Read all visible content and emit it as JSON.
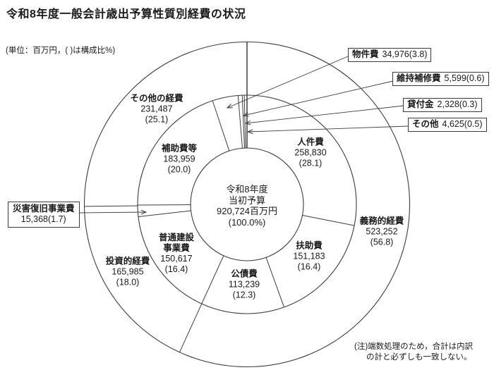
{
  "title": "令和8年度一般会計歳出予算性質別経費の状況",
  "unit_note": "(単位：百万円，( )は構成比%)",
  "footnote": {
    "line1": "(注)端数処理のため，合計は内訳",
    "line2": "の計と必ずしも一致しない。"
  },
  "chart_data": {
    "type": "pie",
    "subtype": "double_ring_donut",
    "title": "令和8年度一般会計歳出予算性質別経費の状況",
    "unit": "百万円",
    "start_angle_deg": 0,
    "direction": "clockwise",
    "total": {
      "value": 920724,
      "percent": 100.0,
      "label_lines": [
        "令和8年度",
        "当初予算",
        "920,724百万円",
        "(100.0%)"
      ]
    },
    "inner_ring": [
      {
        "name": "人件費",
        "value": 258830,
        "value_text": "258,830",
        "pct_text": "(28.1)",
        "percent": 28.1
      },
      {
        "name": "扶助費",
        "value": 151183,
        "value_text": "151,183",
        "pct_text": "(16.4)",
        "percent": 16.4
      },
      {
        "name": "公債費",
        "value": 113239,
        "value_text": "113,239",
        "pct_text": "(12.3)",
        "percent": 12.3
      },
      {
        "name": "普通建設事業費",
        "value": 150617,
        "value_text": "150,617",
        "pct_text": "(16.4)",
        "percent": 16.4
      },
      {
        "name": "災害復旧事業費",
        "value": 15368,
        "value_text": "15,368",
        "pct_text": "(1.7)",
        "percent": 1.7
      },
      {
        "name": "補助費等",
        "value": 183959,
        "value_text": "183,959",
        "pct_text": "(20.0)",
        "percent": 20.0
      },
      {
        "name": "物件費",
        "value": 34976,
        "value_text": "34,976",
        "pct_text": "(3.8)",
        "percent": 3.8
      },
      {
        "name": "維持補修費",
        "value": 5599,
        "value_text": "5,599",
        "pct_text": "(0.6)",
        "percent": 0.6
      },
      {
        "name": "貸付金",
        "value": 2328,
        "value_text": "2,328",
        "pct_text": "(0.3)",
        "percent": 0.3
      },
      {
        "name": "その他",
        "value": 4625,
        "value_text": "4,625",
        "pct_text": "(0.5)",
        "percent": 0.5
      }
    ],
    "outer_ring": [
      {
        "name": "義務的経費",
        "value": 523252,
        "value_text": "523,252",
        "pct_text": "(56.8)",
        "percent": 56.8
      },
      {
        "name": "投資的経費",
        "value": 165985,
        "value_text": "165,985",
        "pct_text": "(18.0)",
        "percent": 18.0
      },
      {
        "name": "その他の経費",
        "value": 231487,
        "value_text": "231,487",
        "pct_text": "(25.1)",
        "percent": 25.1
      }
    ],
    "line_color": "#3c3c3c",
    "background_color": "#ffffff"
  }
}
